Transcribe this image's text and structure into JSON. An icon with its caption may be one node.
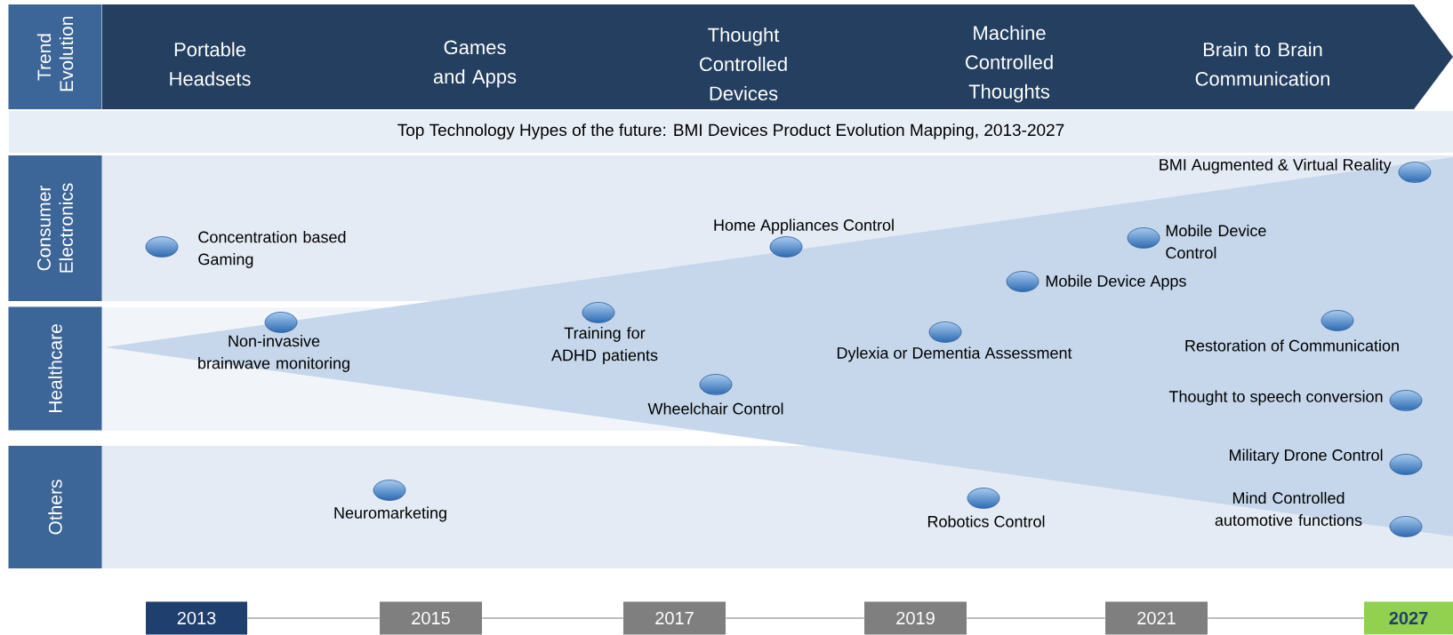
{
  "diagram": {
    "title": "Top Technology Hypes of the future: BMI Devices Product Evolution Mapping, 2013-2027",
    "nodes": [
      {
        "text": [
          "Trend Evolution"
        ]
      },
      {
        "text": [
          "Portable Headsets",
          "Games and Apps",
          "Thought Controlled Devices",
          "Machine Controlled Thoughts",
          "Brain to Brain Communication"
        ]
      },
      {
        "text": [
          "Consumer Electronics"
        ]
      },
      {
        "text": [
          "Healthcare"
        ]
      },
      {
        "text": [
          "Others"
        ]
      },
      {
        "text": [],
        "shape": "ellipse",
        "beside": [
          "Concentration based Gaming"
        ]
      },
      {
        "text": [],
        "shape": "ellipse",
        "beside": [
          "Home Appliances Control"
        ]
      },
      {
        "text": [],
        "shape": "ellipse",
        "beside": [
          "Mobile Device Control"
        ]
      },
      {
        "text": [],
        "shape": "ellipse",
        "beside": [
          "Mobile Device Apps"
        ]
      },
      {
        "text": [],
        "shape": "ellipse",
        "beside": [
          "BMI Augmented & Virtual Reality"
        ]
      },
      {
        "text": [],
        "shape": "ellipse",
        "beside": [
          "Non-invasive brainwave monitoring"
        ]
      },
      {
        "text": [],
        "shape": "ellipse",
        "beside": [
          "Training for ADHD patients"
        ]
      },
      {
        "text": [],
        "shape": "ellipse",
        "beside": [
          "Wheelchair Control"
        ]
      },
      {
        "text": [],
        "shape": "ellipse",
        "beside": [
          "Dylexia or Dementia Assessment"
        ]
      },
      {
        "text": [],
        "shape": "ellipse",
        "beside": [
          "Restoration of Communication"
        ]
      },
      {
        "text": [],
        "shape": "ellipse",
        "beside": [
          "Thought to speech conversion"
        ]
      },
      {
        "text": [],
        "shape": "ellipse",
        "beside": [
          "Neuromarketing"
        ]
      },
      {
        "text": [],
        "shape": "ellipse",
        "beside": [
          "Robotics Control"
        ]
      },
      {
        "text": [],
        "shape": "ellipse",
        "beside": [
          "Military Drone Control"
        ]
      },
      {
        "text": [],
        "shape": "ellipse",
        "beside": [
          "Mind Controlled automotive functions"
        ]
      },
      {
        "text": [
          "2013"
        ]
      },
      {
        "text": [
          "2015"
        ]
      },
      {
        "text": [
          "2017"
        ]
      },
      {
        "text": [
          "2019"
        ]
      },
      {
        "text": [
          "2021"
        ]
      },
      {
        "text": [
          "2027"
        ]
      }
    ],
    "edges": [
      {
        "from": 20,
        "to": 21,
        "arrow": "none"
      },
      {
        "from": 21,
        "to": 22,
        "arrow": "none"
      },
      {
        "from": 22,
        "to": 23,
        "arrow": "none"
      },
      {
        "from": 23,
        "to": 24,
        "arrow": "none"
      },
      {
        "from": 24,
        "to": 25,
        "arrow": "none"
      }
    ]
  }
}
